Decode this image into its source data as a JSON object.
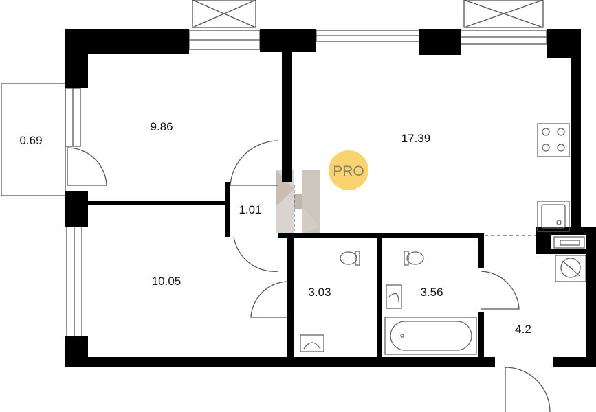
{
  "plan": {
    "rooms": [
      {
        "id": "balcony",
        "area": "0.69"
      },
      {
        "id": "bedroom-1",
        "area": "9.86"
      },
      {
        "id": "living-kitchen",
        "area": "17.39"
      },
      {
        "id": "hall",
        "area": "1.01"
      },
      {
        "id": "bedroom-2",
        "area": "10.05"
      },
      {
        "id": "toilet",
        "area": "3.03"
      },
      {
        "id": "bathroom",
        "area": "3.56"
      },
      {
        "id": "entrance",
        "area": "4.2"
      }
    ],
    "badge": {
      "label": "PRO",
      "color": "#f8d36e",
      "text_color": "#8a8170"
    },
    "watermark": {
      "letter": "H"
    },
    "colors": {
      "wall": "#000000",
      "line": "#555555"
    }
  }
}
